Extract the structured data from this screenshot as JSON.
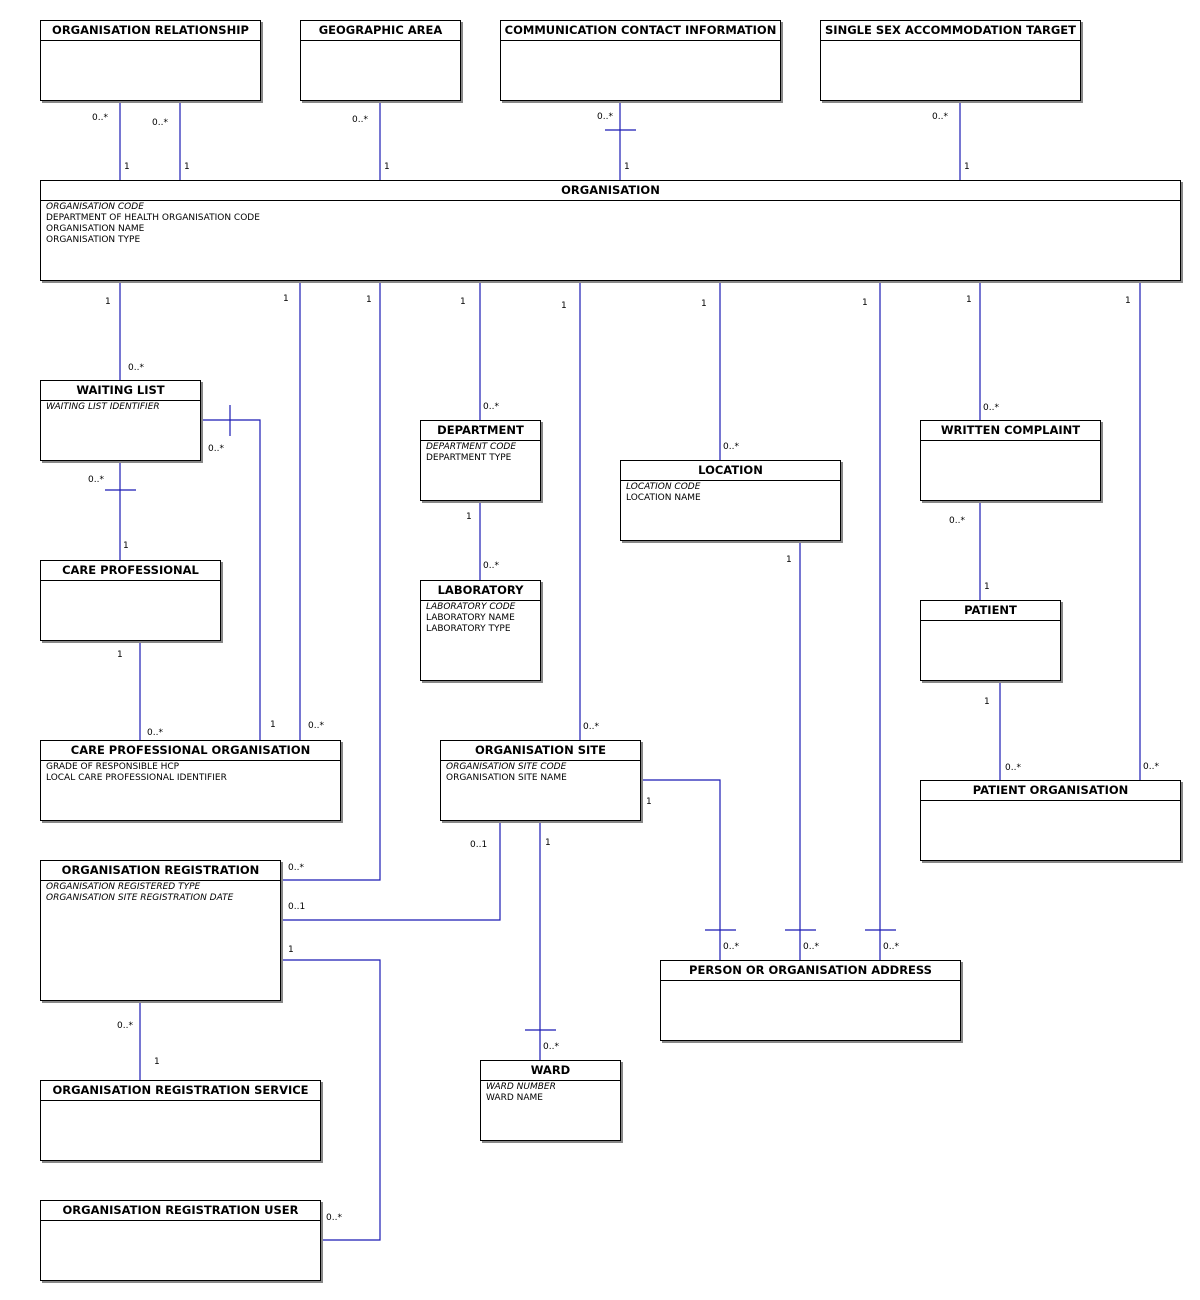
{
  "entities": {
    "organisation_relationship": {
      "name": "ORGANISATION RELATIONSHIP",
      "attributes": []
    },
    "geographic_area": {
      "name": "GEOGRAPHIC AREA",
      "attributes": []
    },
    "communication_contact_information": {
      "name": "COMMUNICATION CONTACT INFORMATION",
      "attributes": []
    },
    "single_sex_accommodation_target": {
      "name": "SINGLE SEX ACCOMMODATION TARGET",
      "attributes": []
    },
    "organisation": {
      "name": "ORGANISATION",
      "attributes": [
        {
          "text": "ORGANISATION CODE",
          "key": true
        },
        {
          "text": "DEPARTMENT OF HEALTH ORGANISATION CODE",
          "key": false
        },
        {
          "text": "ORGANISATION NAME",
          "key": false
        },
        {
          "text": "ORGANISATION TYPE",
          "key": false
        }
      ]
    },
    "waiting_list": {
      "name": "WAITING LIST",
      "attributes": [
        {
          "text": "WAITING LIST IDENTIFIER",
          "key": true
        }
      ]
    },
    "department": {
      "name": "DEPARTMENT",
      "attributes": [
        {
          "text": "DEPARTMENT CODE",
          "key": true
        },
        {
          "text": "DEPARTMENT TYPE",
          "key": false
        }
      ]
    },
    "location": {
      "name": "LOCATION",
      "attributes": [
        {
          "text": "LOCATION CODE",
          "key": true
        },
        {
          "text": "LOCATION NAME",
          "key": false
        }
      ]
    },
    "written_complaint": {
      "name": "WRITTEN COMPLAINT",
      "attributes": []
    },
    "care_professional": {
      "name": "CARE PROFESSIONAL",
      "attributes": []
    },
    "laboratory": {
      "name": "LABORATORY",
      "attributes": [
        {
          "text": "LABORATORY CODE",
          "key": true
        },
        {
          "text": "LABORATORY NAME",
          "key": false
        },
        {
          "text": "LABORATORY TYPE",
          "key": false
        }
      ]
    },
    "patient": {
      "name": "PATIENT",
      "attributes": []
    },
    "care_professional_organisation": {
      "name": "CARE PROFESSIONAL ORGANISATION",
      "attributes": [
        {
          "text": "GRADE OF RESPONSIBLE HCP",
          "key": false
        },
        {
          "text": "LOCAL CARE PROFESSIONAL IDENTIFIER",
          "key": false
        }
      ]
    },
    "organisation_site": {
      "name": "ORGANISATION SITE",
      "attributes": [
        {
          "text": "ORGANISATION SITE CODE",
          "key": true
        },
        {
          "text": "ORGANISATION SITE NAME",
          "key": false
        }
      ]
    },
    "patient_organisation": {
      "name": "PATIENT ORGANISATION",
      "attributes": []
    },
    "organisation_registration": {
      "name": "ORGANISATION REGISTRATION",
      "attributes": [
        {
          "text": "ORGANISATION REGISTERED TYPE",
          "key": true
        },
        {
          "text": "ORGANISATION SITE REGISTRATION DATE",
          "key": true
        }
      ]
    },
    "person_or_organisation_address": {
      "name": "PERSON OR ORGANISATION ADDRESS",
      "attributes": []
    },
    "organisation_registration_service": {
      "name": "ORGANISATION REGISTRATION SERVICE",
      "attributes": []
    },
    "ward": {
      "name": "WARD",
      "attributes": [
        {
          "text": "WARD NUMBER",
          "key": true
        },
        {
          "text": "WARD NAME",
          "key": false
        }
      ]
    },
    "organisation_registration_user": {
      "name": "ORGANISATION REGISTRATION USER",
      "attributes": []
    }
  },
  "multiplicities": [
    "0..*",
    "1",
    "0..*",
    "1",
    "0..*",
    "1",
    "0..*",
    "1",
    "0..*",
    "1",
    "1",
    "0..*",
    "1",
    "0..*",
    "1",
    "0..*",
    "1",
    "0..*",
    "0..*",
    "1",
    "0..*",
    "1",
    "1",
    "0..*",
    "1",
    "0..*",
    "1",
    "0..*",
    "0..1",
    "0..1",
    "1",
    "0..*",
    "1",
    "1",
    "0..*",
    "1",
    "0..*",
    "1",
    "0..*",
    "0..*",
    "1",
    "0..*",
    "1",
    "0..*",
    "1",
    "0..*",
    "1",
    "0..*",
    "0..*",
    "1",
    "1",
    "0..*"
  ],
  "colors": {
    "line": "#1a1ab4",
    "border": "#000000",
    "shadow": "#888888"
  }
}
